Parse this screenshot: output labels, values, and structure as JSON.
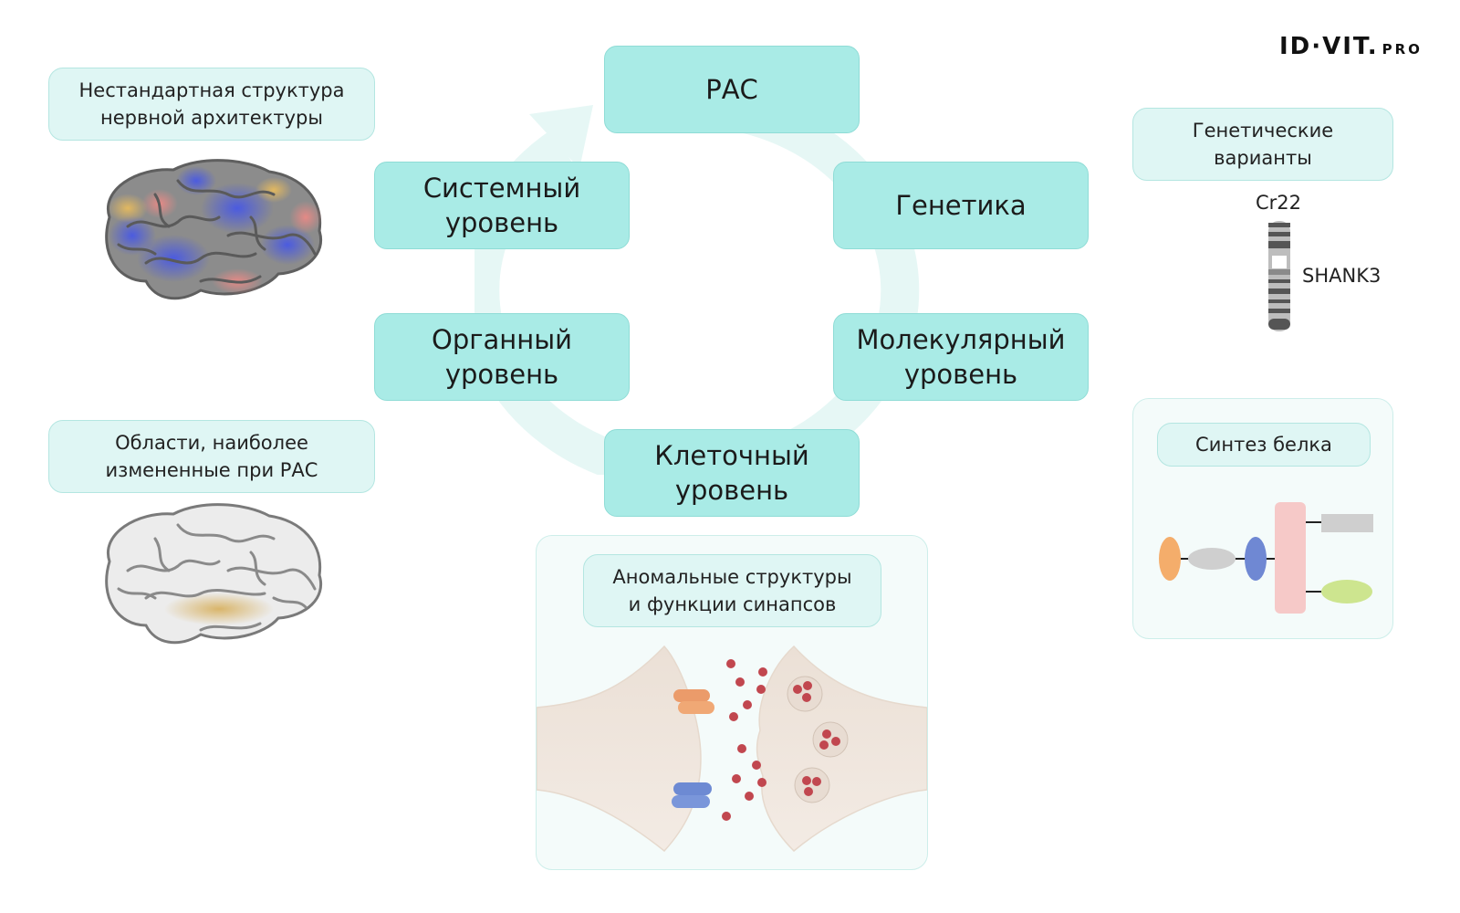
{
  "logo": {
    "main": "ID·VIT.",
    "suffix": "PRO"
  },
  "cycle": {
    "center": "РАС",
    "systemic": "Системный\nуровень",
    "genetics": "Генетика",
    "organ": "Органный\nуровень",
    "molecular": "Молекулярный\nуровень",
    "cellular": "Клеточный\nуровень"
  },
  "left": {
    "architecture_label": "Нестандартная структура\nнервной архитектуры",
    "regions_label": "Области, наиболее\nизмененные при РАС"
  },
  "right": {
    "genetic_variants_label": "Генетические\nварианты",
    "chromosome_name": "Cr22",
    "gene_name": "SHANK3",
    "protein_label": "Синтез белка"
  },
  "synapse": {
    "label": "Аномальные структуры\nи функции синапсов"
  },
  "colors": {
    "node_fill": "#a9ebe6",
    "label_fill": "#dff6f4",
    "panel_fill": "#f4fbfa",
    "cycle_arrow": "#e6f7f5"
  }
}
